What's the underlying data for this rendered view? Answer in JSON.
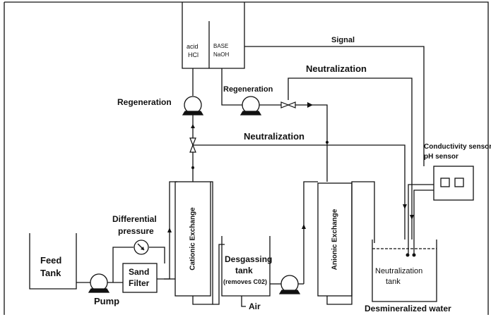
{
  "diagram": {
    "tanks": {
      "acid": [
        "acid",
        "HCl"
      ],
      "base": [
        "BASE",
        "NaOH"
      ],
      "feed": [
        "Feed",
        "Tank"
      ],
      "degassing": [
        "Desgassing",
        "tank",
        "(removes C02)"
      ],
      "neutralization": [
        "Neutralization",
        "tank"
      ]
    },
    "columns": {
      "cationic": "Cationic Exchange",
      "anionic": "Anionic Exchange"
    },
    "filter": [
      "Sand",
      "Filter"
    ],
    "labels": {
      "signal": "Signal",
      "neutralization_top": "Neutralization",
      "neutralization_mid": "Neutralization",
      "regeneration_left": "Regeneration",
      "regeneration_right": "Regeneration",
      "differential_pressure": [
        "Differential",
        "pressure"
      ],
      "pump": "Pump",
      "air": "Air",
      "output": "Desmineralized water",
      "sensor": [
        "Conductivity sensor",
        "pH sensor"
      ]
    }
  }
}
